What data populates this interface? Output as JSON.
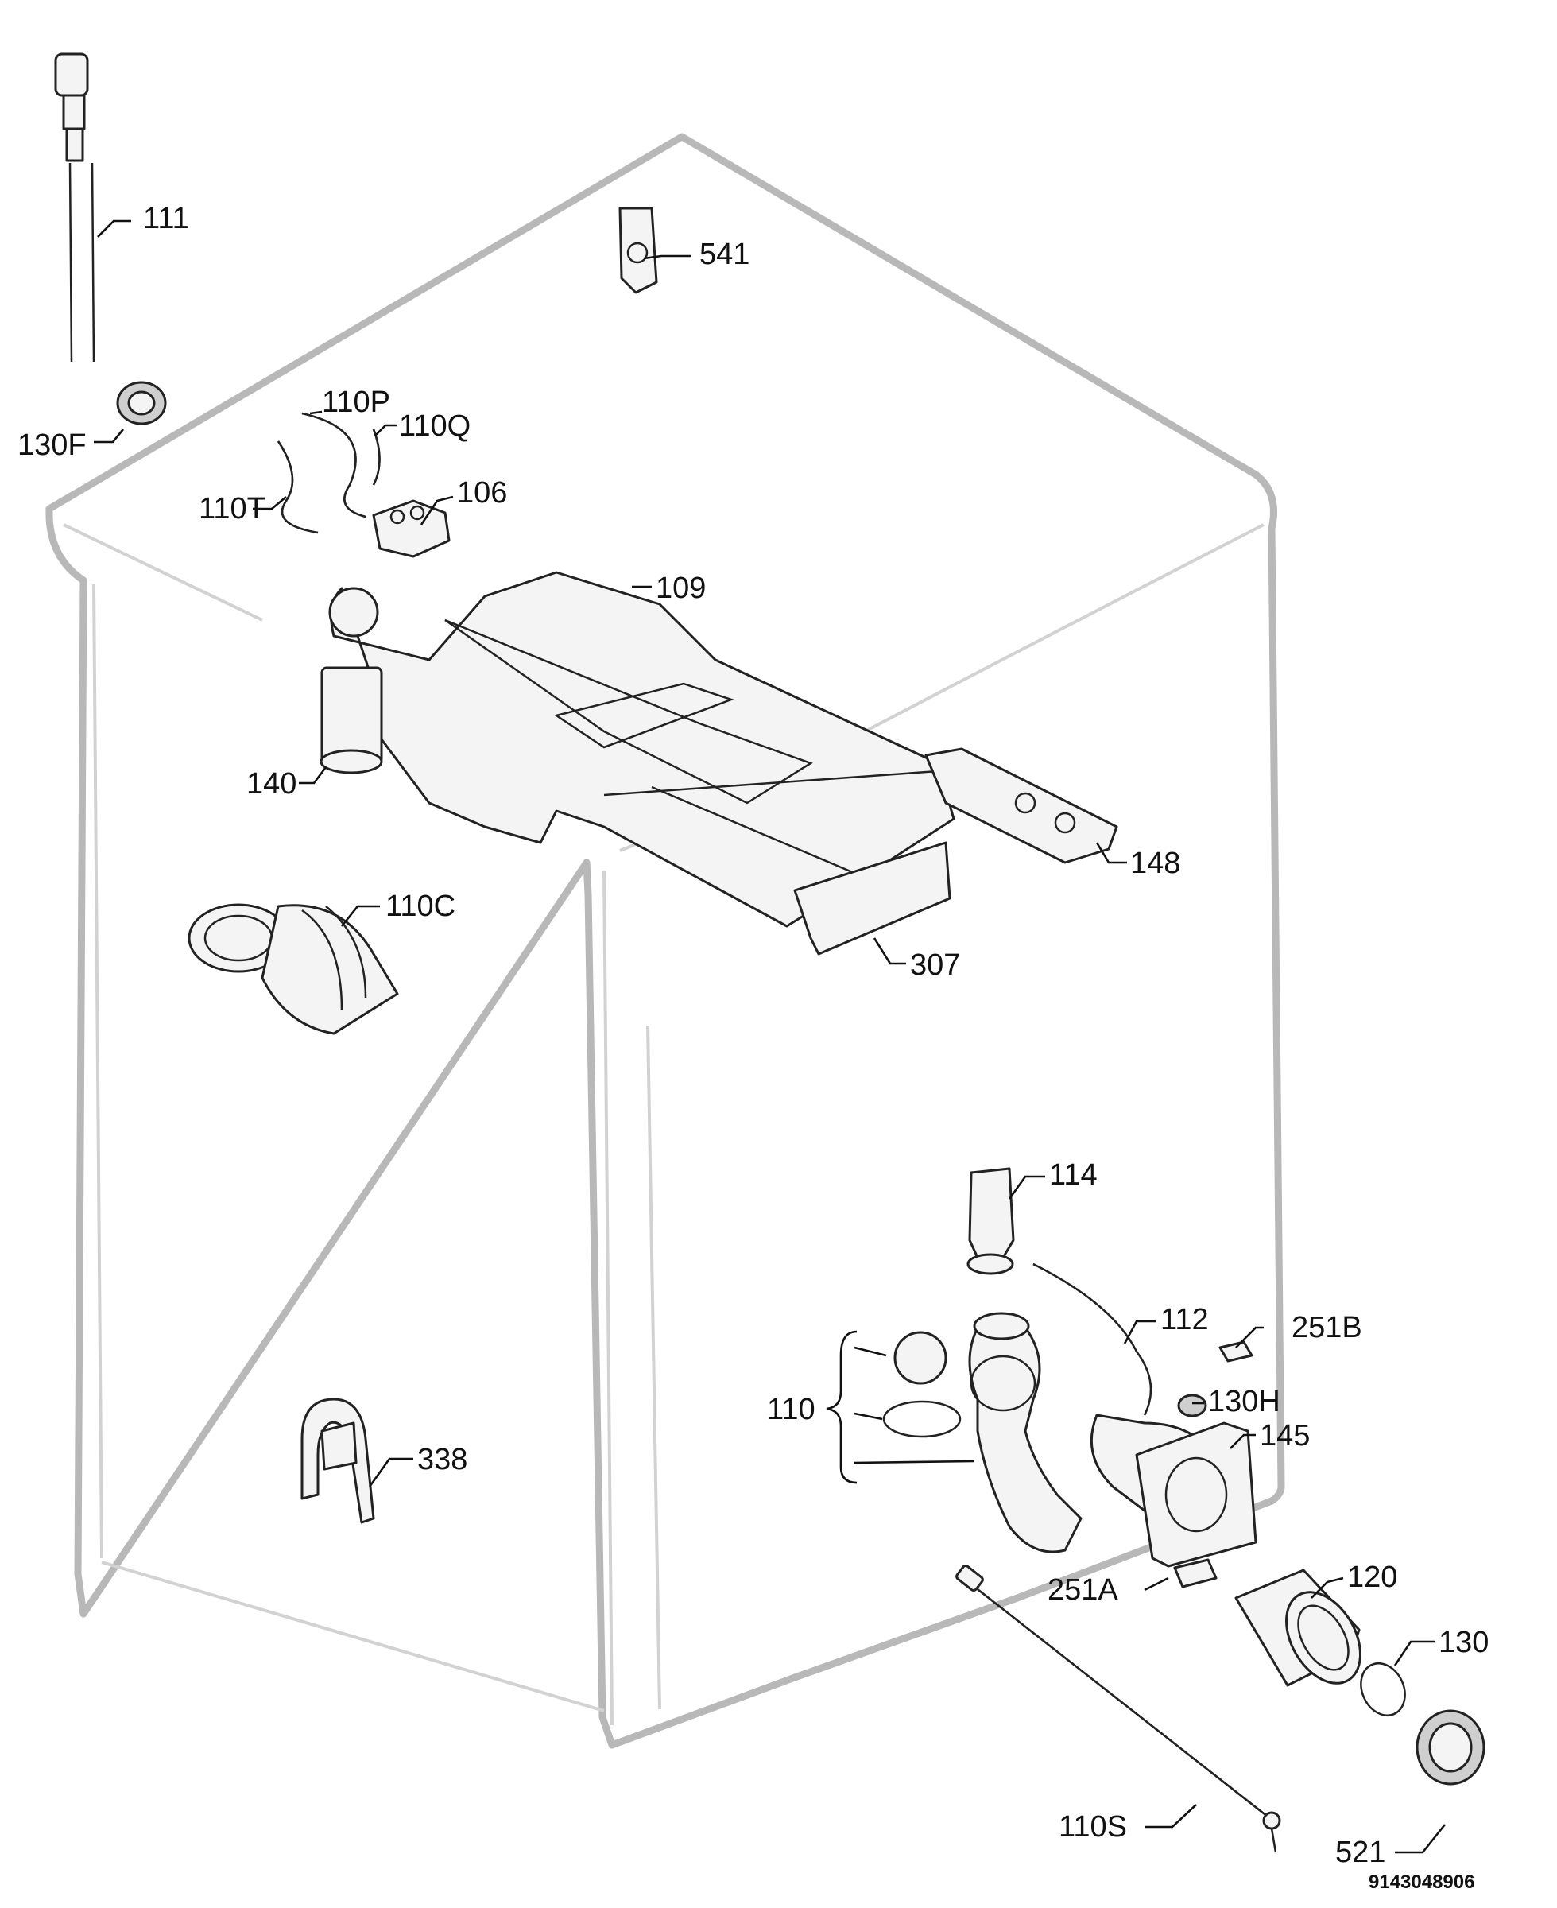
{
  "labels": {
    "p111": "111",
    "p541": "541",
    "p130F": "130F",
    "p110P": "110P",
    "p110Q": "110Q",
    "p110T": "110T",
    "p106": "106",
    "p109": "109",
    "p140": "140",
    "p148": "148",
    "p110C": "110C",
    "p307": "307",
    "p114": "114",
    "p112": "112",
    "p251B": "251B",
    "p110": "110",
    "p130H": "130H",
    "p145": "145",
    "p338": "338",
    "p120": "120",
    "p251A": "251A",
    "p130": "130",
    "p110S": "110S",
    "p521": "521"
  },
  "drawing_code": "9143048906"
}
